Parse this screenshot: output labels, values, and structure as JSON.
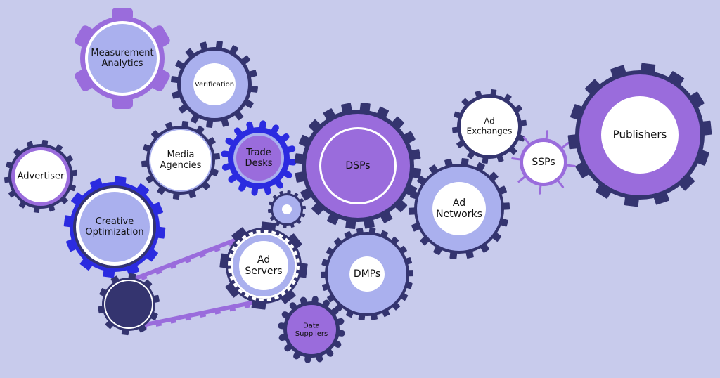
{
  "diagram": {
    "labels": {
      "measurement": [
        "Measurement",
        "Analytics"
      ],
      "verification": [
        "Verification"
      ],
      "media_agencies": [
        "Media",
        "Agencies"
      ],
      "trade_desks": [
        "Trade",
        "Desks"
      ],
      "advertiser": [
        "Advertiser"
      ],
      "creative": [
        "Creative",
        "Optimization"
      ],
      "dsps": [
        "DSPs"
      ],
      "ad_servers": [
        "Ad",
        "Servers"
      ],
      "dmps": [
        "DMPs"
      ],
      "data_suppliers": [
        "Data",
        "Suppliers"
      ],
      "ad_networks": [
        "Ad",
        "Networks"
      ],
      "ad_exchanges": [
        "Ad",
        "Exchanges"
      ],
      "ssps": [
        "SSPs"
      ],
      "publishers": [
        "Publishers"
      ]
    },
    "colors": {
      "background": "#c8cbec",
      "navy": "#34346f",
      "purple": "#9a6cdc",
      "blue": "#2b2be0",
      "lavender": "#aab0ee",
      "white": "#ffffff"
    }
  }
}
